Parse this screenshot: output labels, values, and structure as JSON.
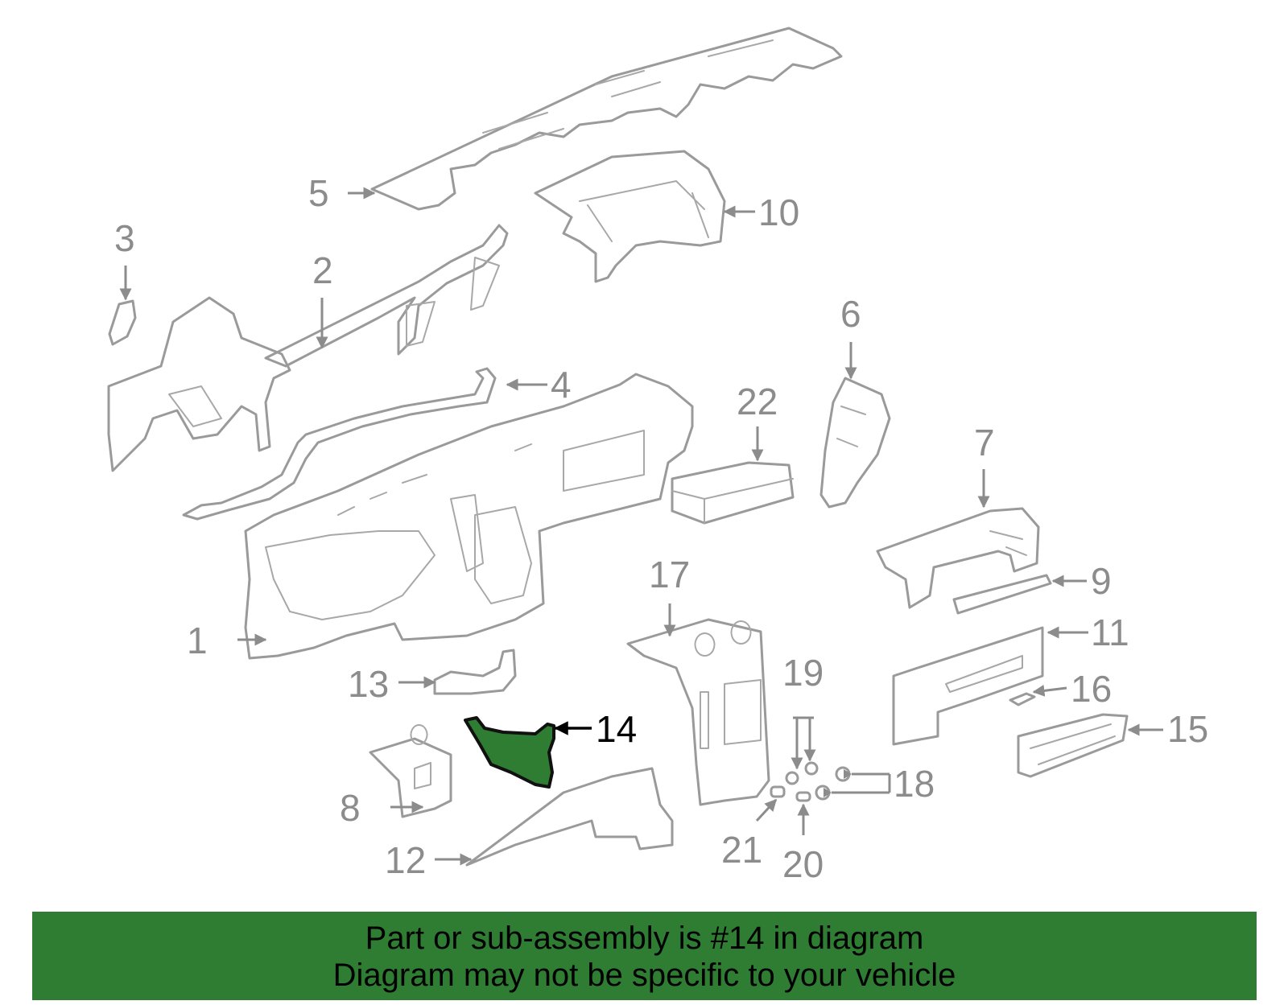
{
  "diagram": {
    "highlight_color": "#2e7d32",
    "line_color": "#9a9a9a",
    "highlighted_part": "14",
    "callouts": [
      "1",
      "2",
      "3",
      "4",
      "5",
      "6",
      "7",
      "8",
      "9",
      "10",
      "11",
      "12",
      "13",
      "14",
      "15",
      "16",
      "17",
      "18",
      "19",
      "20",
      "21",
      "22"
    ]
  },
  "banner": {
    "line1": "Part or sub-assembly is #14 in diagram",
    "line2": "Diagram may not be specific to your vehicle",
    "background": "#2e7d32"
  }
}
